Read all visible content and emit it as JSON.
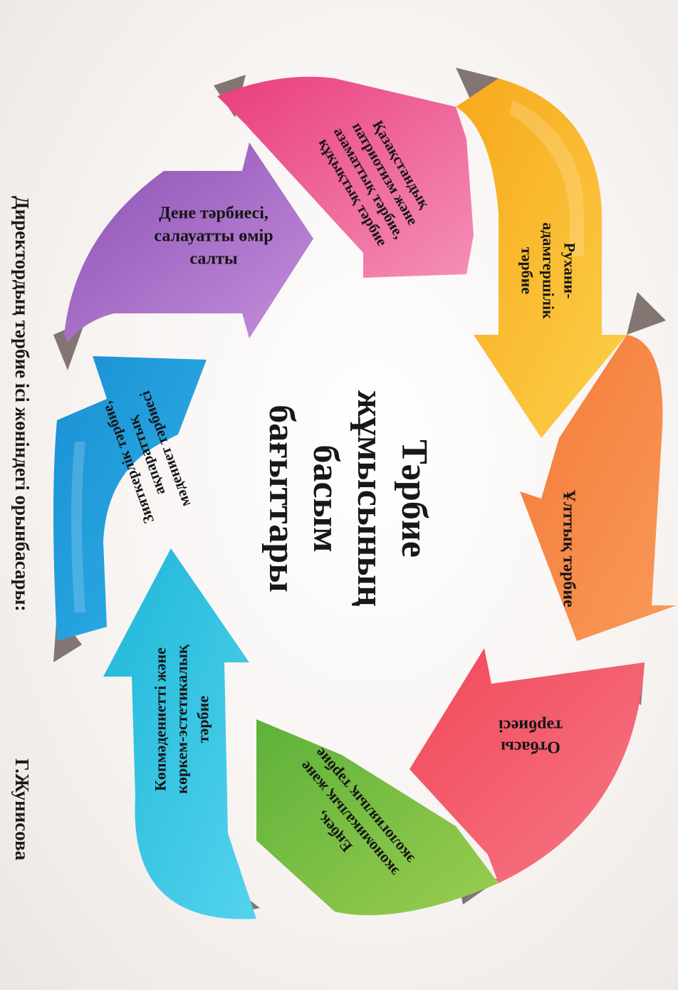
{
  "title": [
    "Тәрбие",
    "жұмысының",
    "басым",
    "бағыттары"
  ],
  "directions": [
    {
      "id": "spiritual",
      "lines": [
        "Рухани-",
        "адамгершілік",
        "тәрбие"
      ],
      "color": "#f7a81b",
      "color2": "#fcd04a"
    },
    {
      "id": "national",
      "lines": [
        "Ұлттық тәрбие"
      ],
      "color": "#f47a38",
      "color2": "#f99a5a"
    },
    {
      "id": "family",
      "lines": [
        "Отбасы",
        "тәрбиесі"
      ],
      "color": "#f0485a",
      "color2": "#f77886"
    },
    {
      "id": "labor",
      "lines": [
        "Еңбек,",
        "экономикалық және",
        "экологиялық тәрбие"
      ],
      "color": "#5db13a",
      "color2": "#9acd4f"
    },
    {
      "id": "multicultural",
      "lines": [
        "Көпмәдениетті және",
        "көркем-эстетикалық",
        "тәрбие"
      ],
      "color": "#1fb6d8",
      "color2": "#53d3ee"
    },
    {
      "id": "intellectual",
      "lines": [
        "Зияткерлік тәрбие,",
        "ақпараттық",
        "мәдениет тәрбиесі"
      ],
      "color": "#1a8fd3",
      "color2": "#2fb3e8"
    },
    {
      "id": "physical",
      "lines": [
        "Дене тәрбиесі,",
        "салауатты өмір",
        "салты"
      ],
      "color": "#8a4fb3",
      "color2": "#c58fdc"
    },
    {
      "id": "patriotic",
      "lines": [
        "Қазақстандық",
        "патриотизм және",
        "азаматтық тәрбие,",
        "құқықтық тәрбие"
      ],
      "color": "#e93d7c",
      "color2": "#f48fb8"
    }
  ],
  "footer": {
    "position": "Директордың  тәрбие ісі жөніндегі орынбасары:",
    "name": "Г.Жунисова"
  }
}
